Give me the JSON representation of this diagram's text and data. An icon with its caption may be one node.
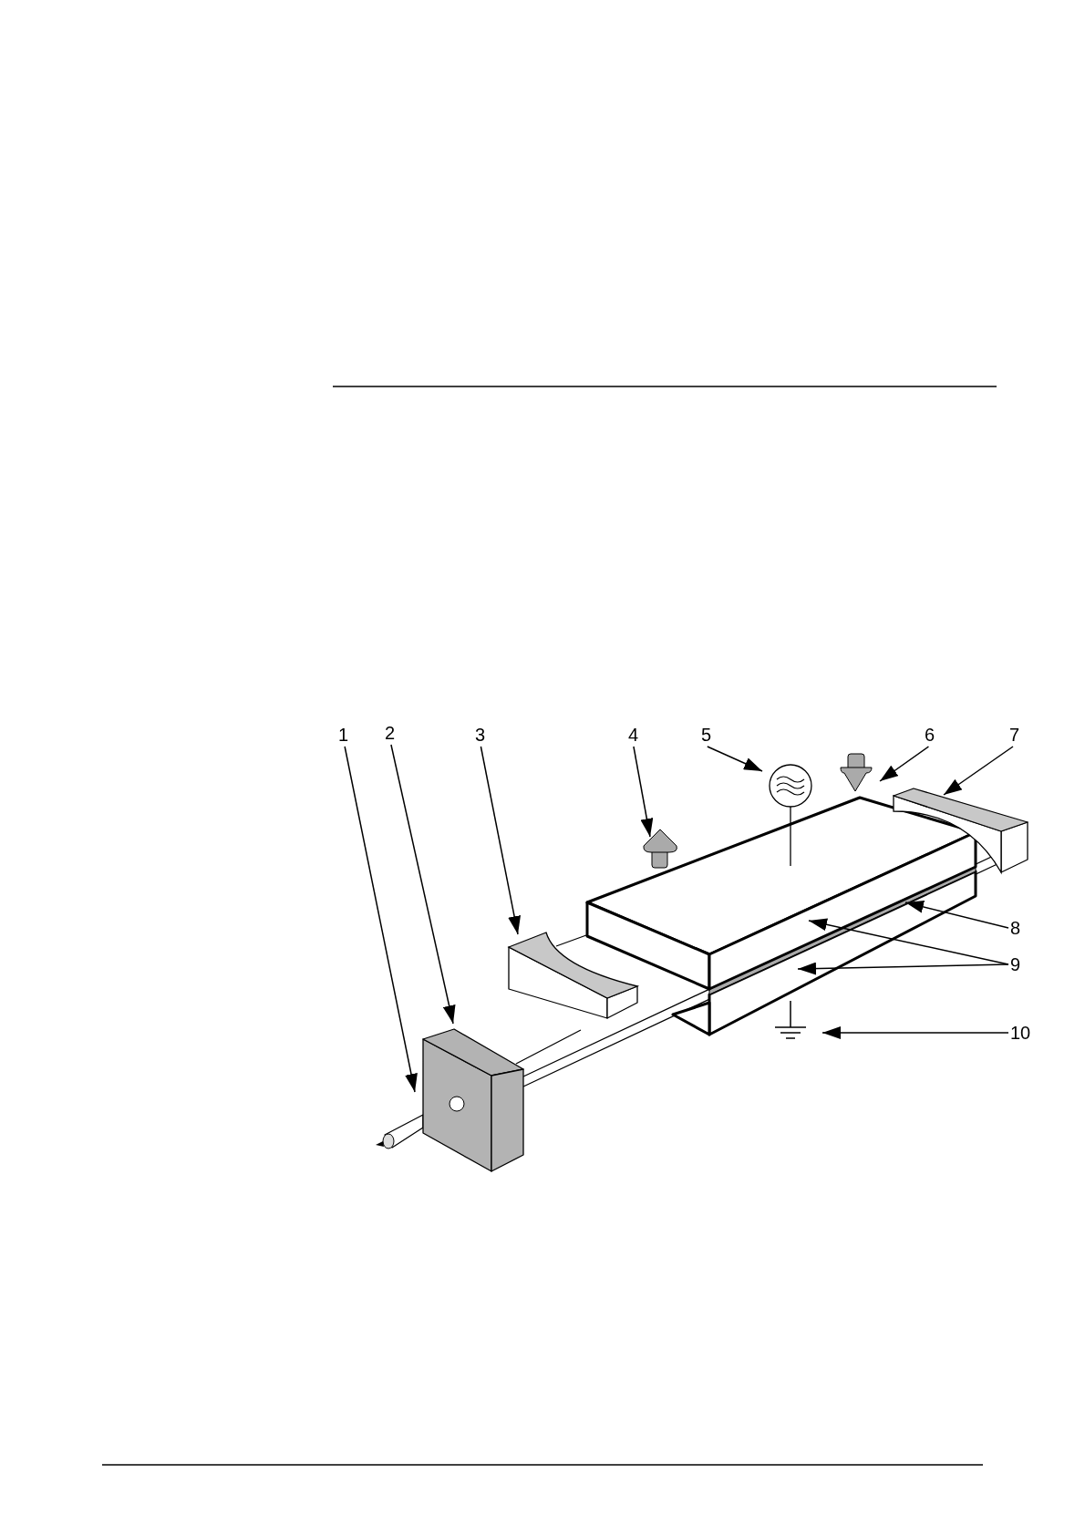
{
  "diagram": {
    "nodes": [
      {
        "text": [
          "1"
        ]
      },
      {
        "text": [
          "2"
        ]
      },
      {
        "text": [
          "3"
        ]
      },
      {
        "text": [
          "4"
        ]
      },
      {
        "text": [
          "5"
        ]
      },
      {
        "text": [
          "6"
        ]
      },
      {
        "text": [
          "7"
        ]
      },
      {
        "text": [
          "8"
        ]
      },
      {
        "text": [
          "9"
        ]
      },
      {
        "text": [
          "10"
        ]
      },
      {
        "text": [],
        "shape": "cylinder"
      },
      {
        "text": [],
        "shape": "box"
      },
      {
        "text": [],
        "shape": "box"
      },
      {
        "text": [],
        "shape": "cone"
      },
      {
        "text": [],
        "shape": "circle"
      },
      {
        "text": [],
        "shape": "cone"
      },
      {
        "text": [],
        "shape": "box"
      },
      {
        "text": [],
        "shape": "bar"
      },
      {
        "text": [],
        "shape": "box"
      },
      {
        "text": [],
        "shape": "box"
      },
      {
        "text": [],
        "shape": "ground"
      }
    ],
    "edges": [
      {
        "from": 0,
        "to": 10,
        "arrow": "to"
      },
      {
        "from": 1,
        "to": 11,
        "arrow": "to"
      },
      {
        "from": 2,
        "to": 12,
        "arrow": "to"
      },
      {
        "from": 3,
        "to": 13,
        "arrow": "to"
      },
      {
        "from": 4,
        "to": 14,
        "arrow": "to"
      },
      {
        "from": 5,
        "to": 15,
        "arrow": "to"
      },
      {
        "from": 6,
        "to": 16,
        "arrow": "to"
      },
      {
        "from": 7,
        "to": 17,
        "arrow": "to"
      },
      {
        "from": 8,
        "to": 18,
        "arrow": "to"
      },
      {
        "from": 8,
        "to": 19,
        "arrow": "to"
      },
      {
        "from": 9,
        "to": 20,
        "arrow": "to"
      }
    ]
  }
}
